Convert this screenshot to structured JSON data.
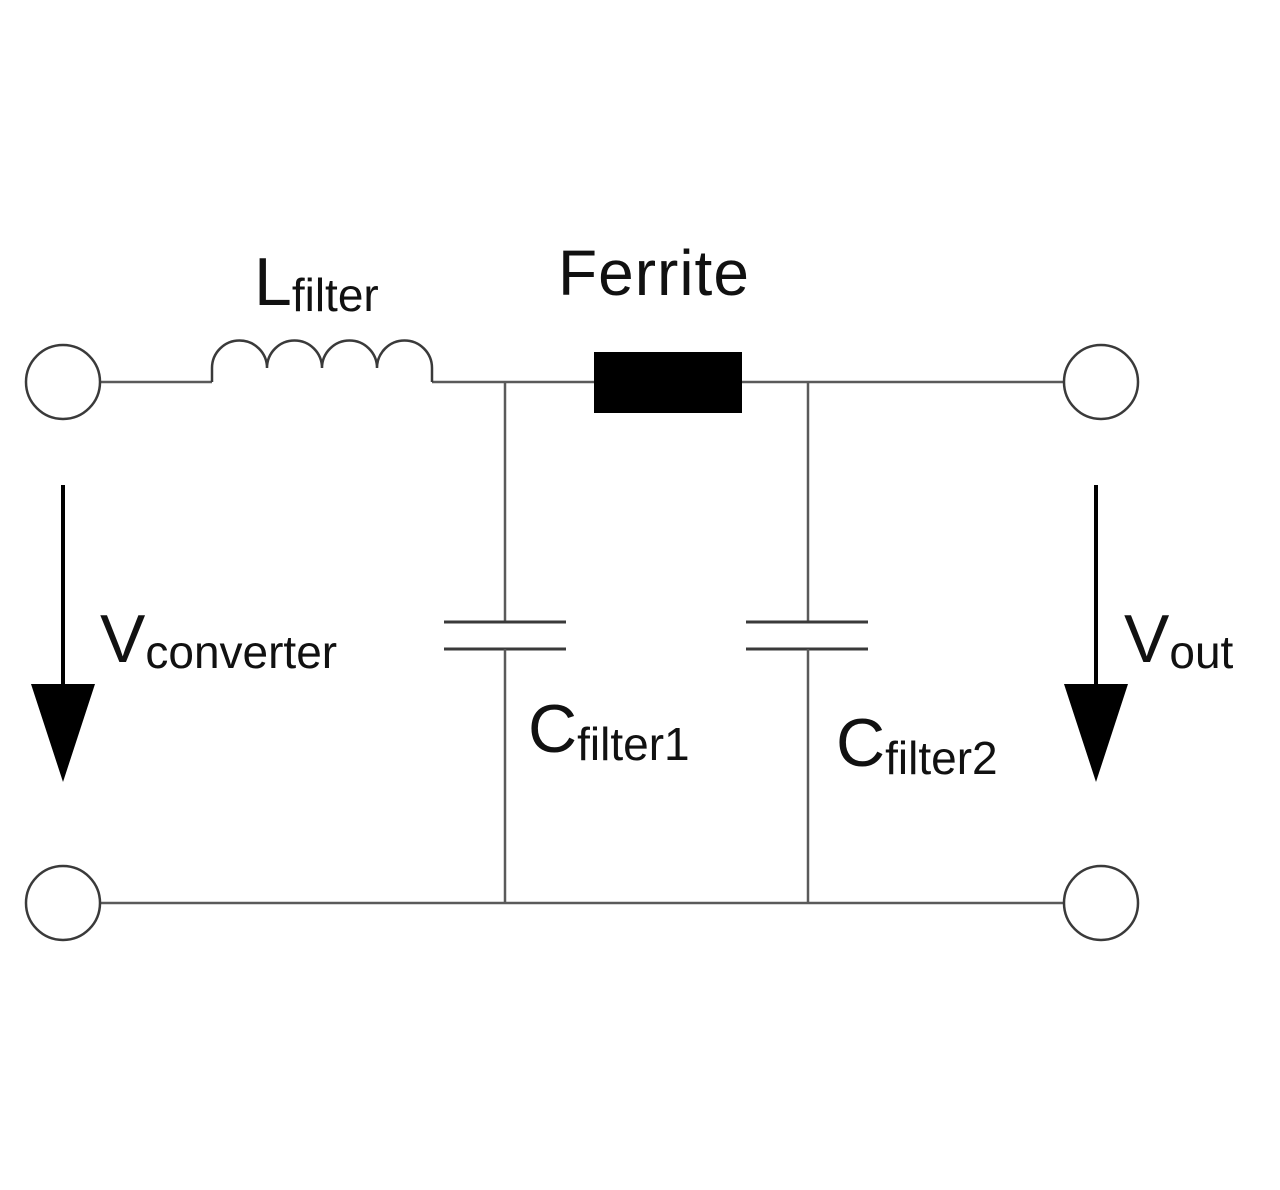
{
  "labels": {
    "inductor": {
      "main": "L",
      "sub": "filter"
    },
    "ferrite": "Ferrite",
    "input_voltage": {
      "main": "V",
      "sub": "converter"
    },
    "output_voltage": {
      "main": "V",
      "sub": "out"
    },
    "capacitor1": {
      "main": "C",
      "sub": "filter1"
    },
    "capacitor2": {
      "main": "C",
      "sub": "filter2"
    }
  },
  "colors": {
    "wire": "#5a5a5a",
    "component": "#000000",
    "background": "#ffffff"
  }
}
